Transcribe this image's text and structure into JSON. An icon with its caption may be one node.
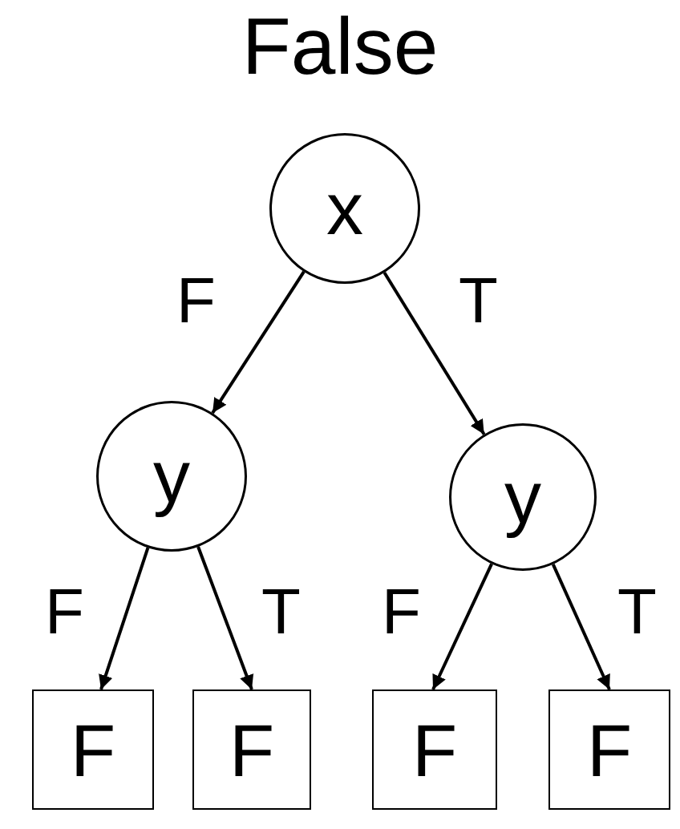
{
  "diagram": {
    "title": "False",
    "nodes": [
      {
        "text": [
          "x"
        ]
      },
      {
        "text": [
          "y"
        ]
      },
      {
        "text": [
          "y"
        ]
      },
      {
        "text": [
          "F"
        ]
      },
      {
        "text": [
          "F"
        ]
      },
      {
        "text": [
          "F"
        ]
      },
      {
        "text": [
          "F"
        ]
      }
    ],
    "edges": [
      {
        "from": 0,
        "to": 1,
        "arrow": "to",
        "label": "F"
      },
      {
        "from": 0,
        "to": 2,
        "arrow": "to",
        "label": "T"
      },
      {
        "from": 1,
        "to": 3,
        "arrow": "to",
        "label": "F"
      },
      {
        "from": 1,
        "to": 4,
        "arrow": "to",
        "label": "T"
      },
      {
        "from": 2,
        "to": 5,
        "arrow": "to",
        "label": "F"
      },
      {
        "from": 2,
        "to": 6,
        "arrow": "to",
        "label": "T"
      }
    ]
  }
}
